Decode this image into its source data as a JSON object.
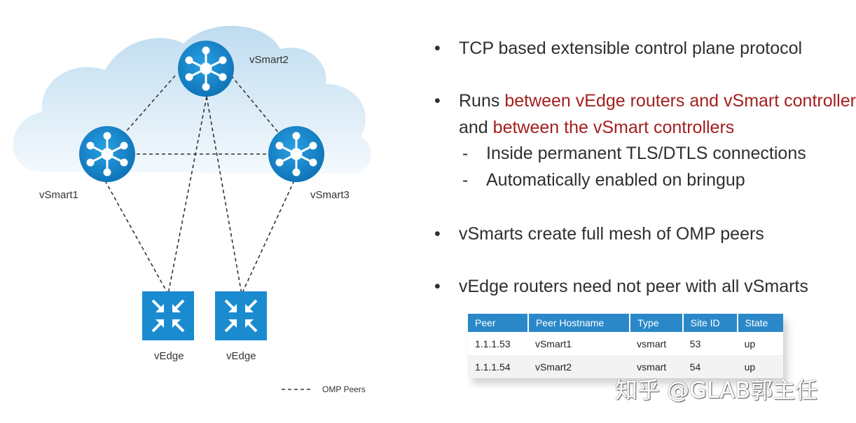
{
  "diagram": {
    "nodes": {
      "vsmart1": "vSmart1",
      "vsmart2": "vSmart2",
      "vsmart3": "vSmart3",
      "vedge1": "vEdge",
      "vedge2": "vEdge"
    },
    "legend": "OMP Peers",
    "colors": {
      "router_blue": "#1b8bd0",
      "cloud": "#cfe6f5",
      "line": "#333333"
    }
  },
  "bullets": {
    "b1": "TCP based extensible control plane protocol",
    "b2_pre": "Runs ",
    "b2_red1": "between vEdge routers and vSmart controllers",
    "b2_line2_pre": "and ",
    "b2_red2": "between the vSmart controllers",
    "b2_sub1": "Inside permanent TLS/DTLS connections",
    "b2_sub2": "Automatically enabled on bringup",
    "b3": "vSmarts create full mesh of OMP peers",
    "b4": "vEdge routers need not peer with all vSmarts",
    "marker": "•",
    "sub_marker": "-"
  },
  "table": {
    "headers": [
      "Peer",
      "Peer Hostname",
      "Type",
      "Site ID",
      "State"
    ],
    "rows": [
      [
        "1.1.1.53",
        "vSmart1",
        "vsmart",
        "53",
        "up"
      ],
      [
        "1.1.1.54",
        "vSmart2",
        "vsmart",
        "54",
        "up"
      ]
    ]
  },
  "watermark": "知乎 @GLAB郭主任"
}
